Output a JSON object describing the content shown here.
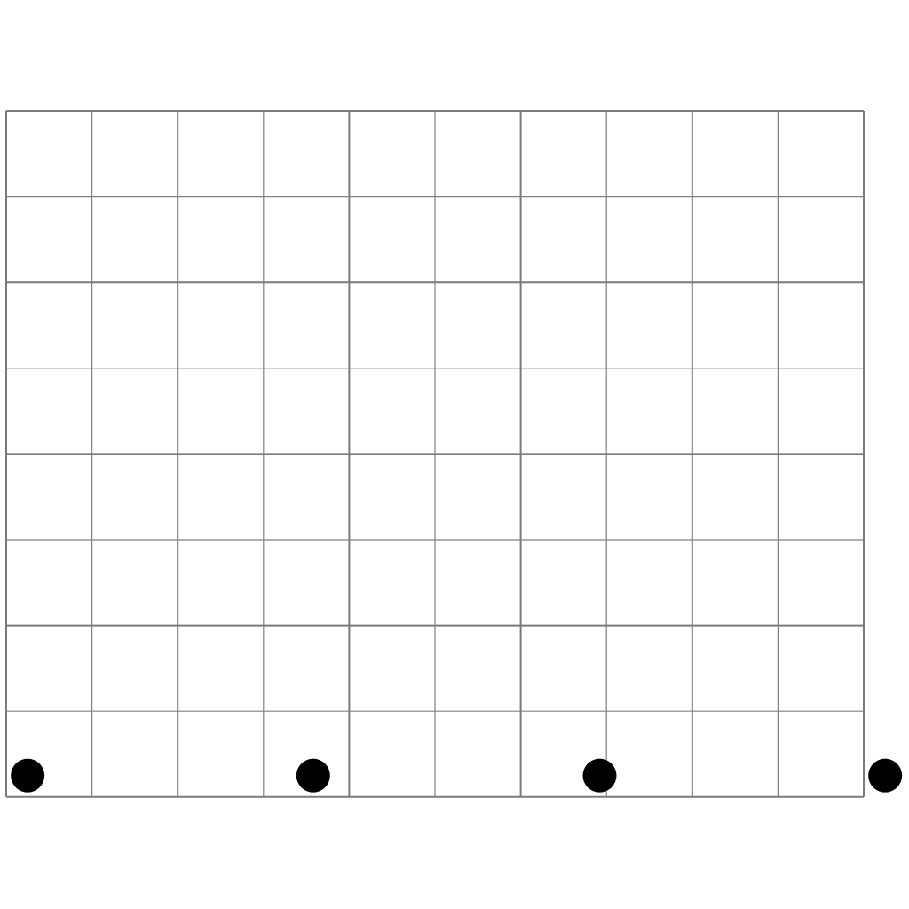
{
  "grid": {
    "columns": 10,
    "rows": 8,
    "line_color": "#808080",
    "line_color_major": "#7a7a7a",
    "background": "#ffffff"
  },
  "dots": {
    "color": "#000000",
    "count": 4,
    "items": [
      {
        "column": 0.25,
        "row_from_bottom": 0.25
      },
      {
        "column": 3.58,
        "row_from_bottom": 0.25
      },
      {
        "column": 6.92,
        "row_from_bottom": 0.25
      },
      {
        "column": 10.25,
        "row_from_bottom": 0.25
      }
    ]
  }
}
